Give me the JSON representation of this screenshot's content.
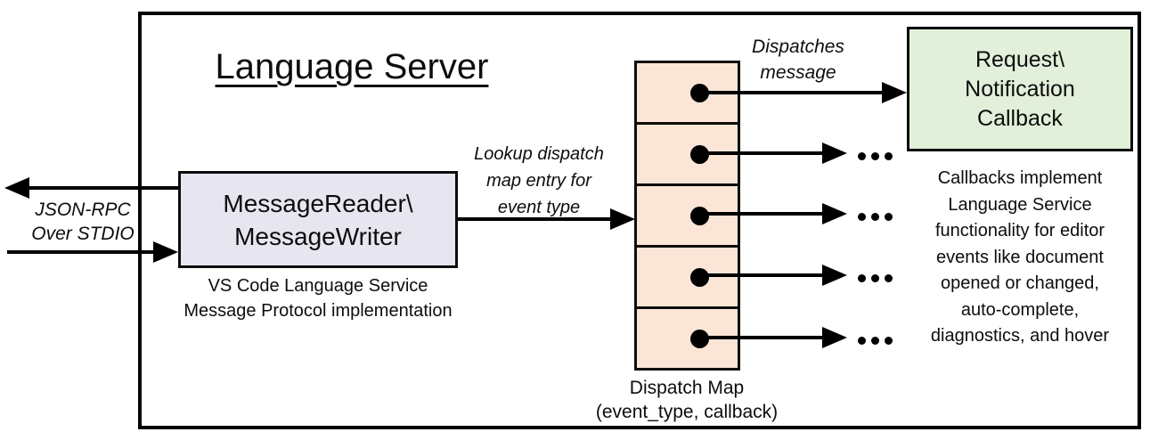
{
  "diagram": {
    "title": "Language Server",
    "io_label": "JSON-RPC\nOver STDIO",
    "reader_writer_box": {
      "label": "MessageReader\\\nMessageWriter",
      "caption": "VS Code Language Service\nMessage Protocol implementation",
      "fill": "#E7E6F0"
    },
    "lookup_label": "Lookup dispatch\nmap entry for\nevent type",
    "dispatch_map": {
      "caption": "Dispatch Map\n(event_type, callback)",
      "rows": 5,
      "fill": "#FBE5D6"
    },
    "dispatches_label": "Dispatches\nmessage",
    "callback_box": {
      "label": "Request\\\nNotification\nCallback",
      "fill": "#E2EFDA"
    },
    "callbacks_note": "Callbacks implement\nLanguage Service\nfunctionality for editor\nevents like document\nopened or changed,\nauto-complete,\ndiagnostics, and hover",
    "line_color": "#000000"
  }
}
